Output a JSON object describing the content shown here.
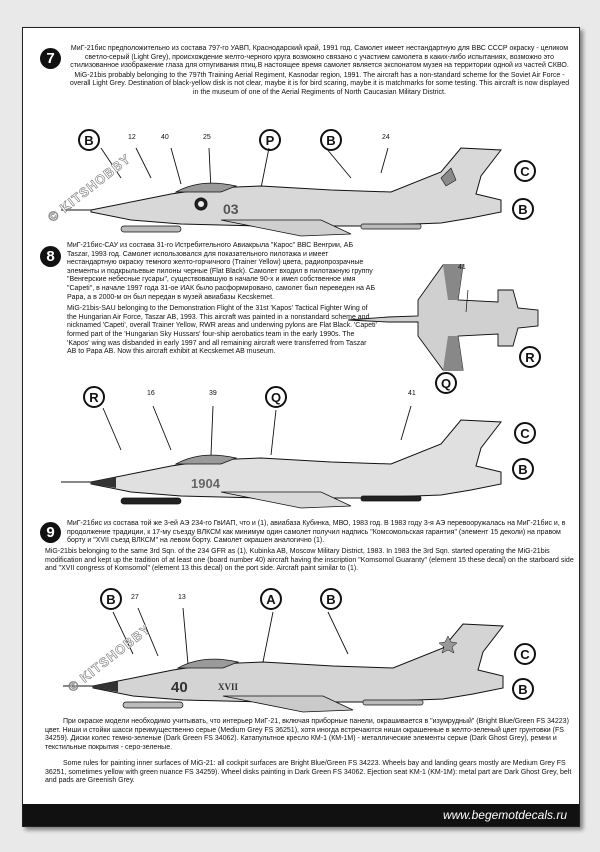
{
  "sections": [
    {
      "number": "7",
      "ru": "МиГ-21бис предположительно из состава 797-го УАВП, Краснодарский край, 1991 год. Самолет имеет нестандартную для ВВС СССР окраску - целиком светло-серый (Light Grey), происхождение желто-черного круга возможно связано с участием самолета в каких-либо испытаниях, возможно это стилизованное изображение глаза для отпугивания птиц.В настоящее время самолет является экспонатом музея на территории одной из частей СКВО.",
      "en": "MiG-21bis probably belonging to the 797th Training Aerial Regiment, Kasnodar region, 1991. The aircraft has a non-standard scheme for the Soviet Air Force - overall Light Grey. Destination of black-yellow disk is not clear, maybe it is for bird scaring, maybe it is matchmarks for some testing. This aircraft is now displayed in the museum of one of the Aerial Regiments of North Caucasian Military District.",
      "labels": [
        "B",
        "P",
        "B",
        "C",
        "B"
      ],
      "callouts": [
        "12",
        "40",
        "25",
        "24"
      ],
      "board_number": "03"
    },
    {
      "number": "8",
      "ru": "МиГ-21бис-САУ из состава 31-го Истребительного Авиакрыла \"Карос\" ВВС Венгрии, АБ Taszar, 1993 год. Самолет использовался для показательного пилотажа и имеет нестандартную окраску темного желто-горчичного (Trainer Yellow) цвета, радиопрозрачные элементы и подкрыльевые пилоны черные (Flat Black). Самолет входил в пилотажную группу \"Венгерские небесные гусары\", существовавшую в начале 90-х и имел собственное имя \"Capeti\", в начале 1997 года 31-ое ИАК было расформировано, самолет был переведен на АБ Papa, а в 2000-м он был передан в музей авиабазы Kecskemet.",
      "en": "MiG-21bis-SAU belonging to the Demonstration Flight of the 31st 'Kapos' Tactical Fighter Wing of the Hungarian Air Force, Taszar AB, 1993. This aircraft was painted in a nonstandard scheme and nicknamed 'Capeti', overall Trainer Yellow, RWR areas and underwing pylons are Flat Black. 'Capeti' formed part of the 'Hungarian Sky Hussars' four-ship aerobatics team in the early 1990s. The 'Kapos' wing was disbanded in early 1997 and all remaining aircraft were transferred from Taszar AB to Papa AB. Now this aircraft exhibit at Kecskemet AB museum.",
      "labels": [
        "Q",
        "R",
        "R",
        "Q",
        "C",
        "B"
      ],
      "callouts": [
        "41",
        "16",
        "39",
        "41"
      ],
      "board_number": "1904"
    },
    {
      "number": "9",
      "ru": "МиГ-21бис из состава той же 3-ей АЭ 234-го ГвИАП, что и (1), авиабаза Кубинка, МВО, 1983 год. В 1983 году 3-я АЭ перевооружалась на МиГ-21бис и, в продолжение традиции, к 17-му съезду ВЛКСМ как минимум один самолет получил надпись \"Комсомольская гарантия\" (элемент 15 деколи) на правом борту и \"XVII съезд ВЛКСМ\" на левом борту. Самолет окрашен аналогично (1).",
      "en": "MiG-21bis belonging to the same 3rd Sqn. of the 234 GFR as (1), Kubinka AB, Moscow Military District, 1983. In 1983 the 3rd Sqn. started operating the MiG-21bis modification and kept up the tradition of at least one (board number 40) aircraft having the inscription \"Komsomol Guaranty\" (element 15 these decal) on the starboard side and \"XVII congress of Komsomol\" (element 13 this decal) on the port side. Aircraft paint similar to (1).",
      "labels": [
        "B",
        "A",
        "B",
        "C",
        "B"
      ],
      "callouts": [
        "27",
        "13"
      ],
      "board_number": "40",
      "side_text": "XVII"
    }
  ],
  "watermark": "© KITSHOBBY",
  "notes": {
    "ru": "При окраске модели необходимо учитывать, что интерьер МиГ-21, включая приборные панели, окрашивается в \"изумрудный\" (Bright Blue/Green FS 34223) цвет. Ниши и стойки шасси преимущественно серые (Medium Grey FS 36251), хотя иногда встречаются ниши окрашенные в желто-зеленый цвет грунтовки (FS 34259). Диски колес темно-зеленые (Dark Green FS 34062). Катапультное кресло КМ-1 (КМ-1М) - металлические элементы серые (Dark Ghost Grey), ремни и текстильные покрытия - серо-зеленые.",
    "en": "Some rules for painting inner surfaces of MiG-21: all cockpit surfaces are Bright Blue/Green FS 34223. Wheels bay and landing gears mostly are Medium Grey FS 36251, sometimes yellow with green nuance FS 34259). Wheel disks painting in Dark Green FS 34062. Ejection seat KM-1 (KM-1M): metal part are Dark Ghost Grey, belt and pads are Greenish Grey."
  },
  "footer_url": "www.begemotdecals.ru",
  "colors": {
    "background": "#ffffff",
    "ink": "#111111",
    "footer": "#111111",
    "page": "#e9e9e9"
  }
}
